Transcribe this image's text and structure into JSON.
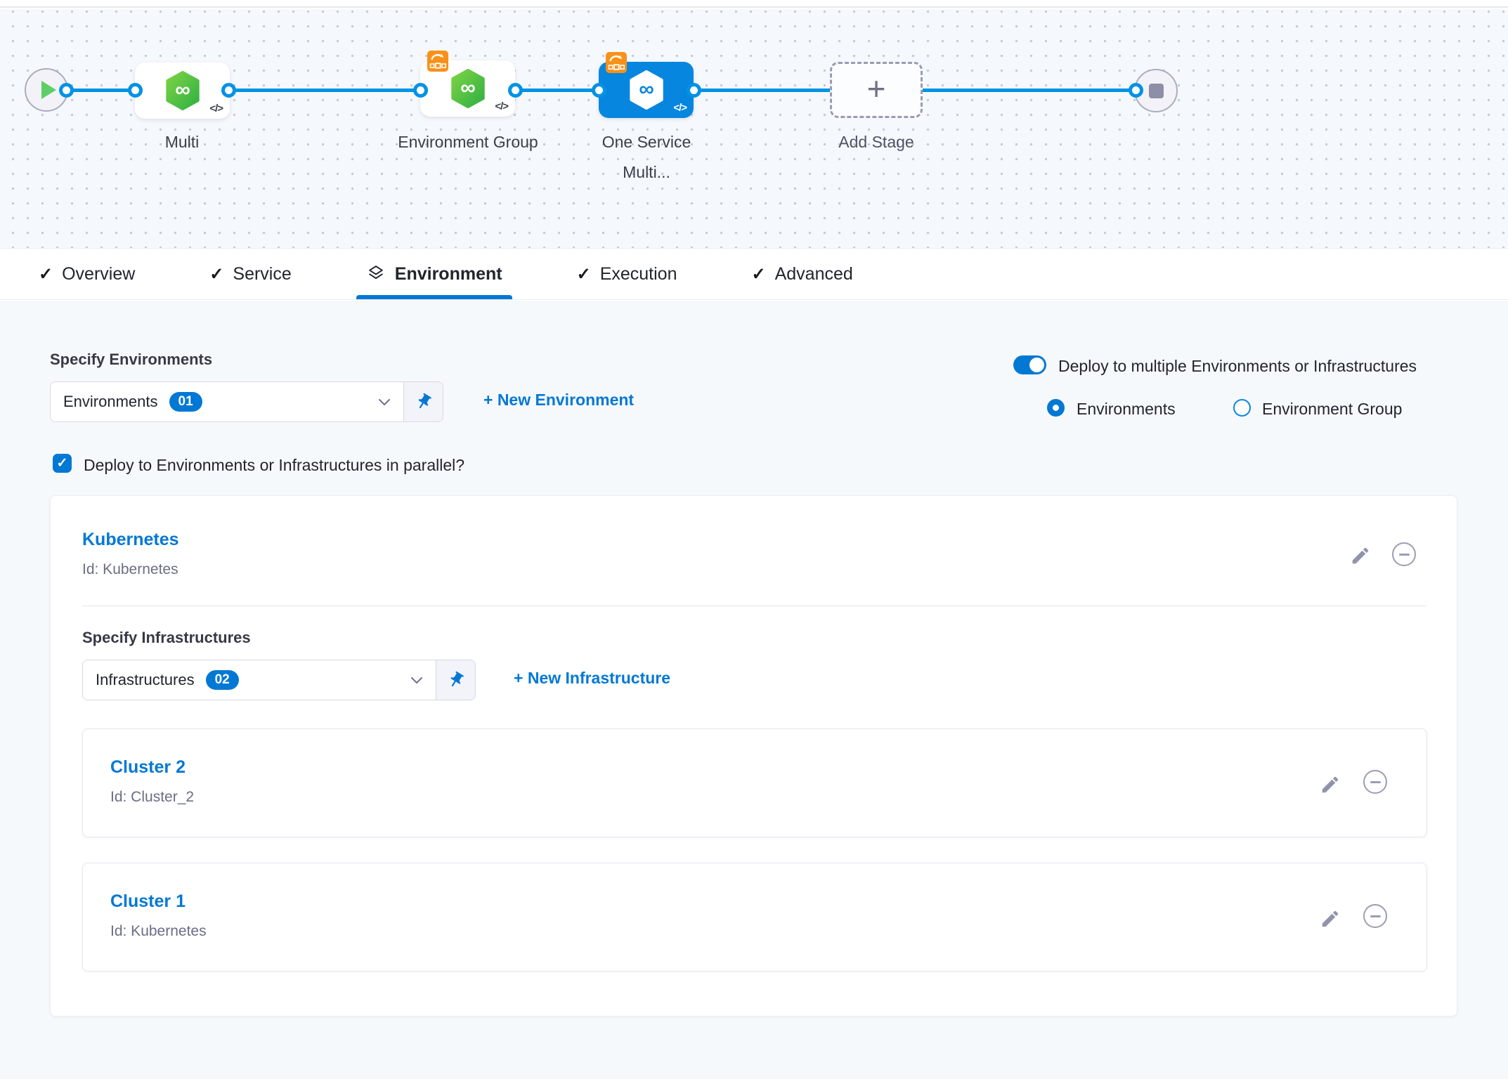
{
  "icons": {
    "check": "✓",
    "code": "</>",
    "infinity": "∞",
    "plus": "+"
  },
  "pipeline": {
    "nodes": {
      "multi": "Multi",
      "environment_group": "Environment Group",
      "one_service": "One Service Multi...",
      "add_stage": "Add Stage"
    }
  },
  "tabs": {
    "overview": "Overview",
    "service": "Service",
    "environment": "Environment",
    "execution": "Execution",
    "advanced": "Advanced"
  },
  "environment_section": {
    "heading": "Specify Environments",
    "dropdown_label": "Environments",
    "dropdown_count": "01",
    "new_environment_link": "+ New Environment",
    "toggle_label": "Deploy to multiple Environments or Infrastructures",
    "radio_environments": "Environments",
    "radio_environment_group": "Environment Group",
    "parallel_checkbox_label": "Deploy to Environments or Infrastructures in parallel?"
  },
  "environment_card": {
    "name": "Kubernetes",
    "id": "Id: Kubernetes",
    "infrastructure_heading": "Specify Infrastructures",
    "dropdown_label": "Infrastructures",
    "dropdown_count": "02",
    "new_infrastructure_link": "+ New Infrastructure",
    "clusters": [
      {
        "name": "Cluster 2",
        "id": "Id: Cluster_2"
      },
      {
        "name": "Cluster 1",
        "id": "Id: Kubernetes"
      }
    ]
  },
  "colors": {
    "accent": "#0278d5",
    "edge_blue": "#0092e4",
    "service_green": "#43b54a",
    "propagation_orange": "#f99118"
  }
}
